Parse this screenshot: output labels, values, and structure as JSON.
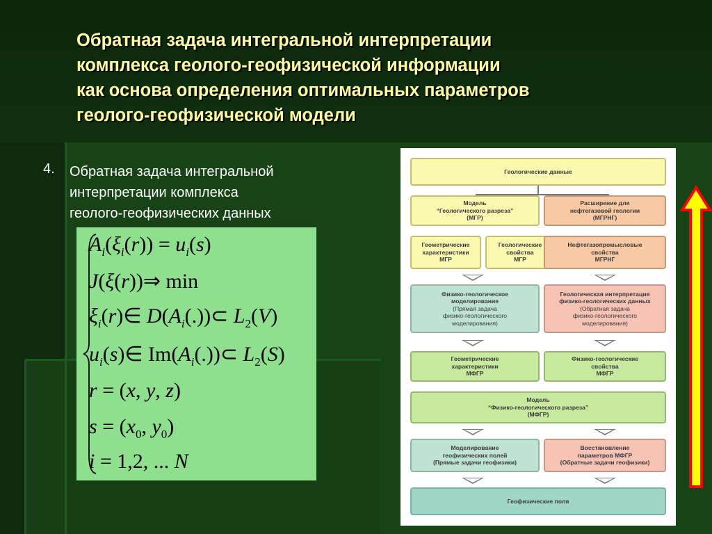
{
  "title": {
    "lines": [
      "Обратная задача интегральной интерпретации",
      "комплекса геолого-геофизической информации",
      "как основа определения оптимальных параметров",
      "геолого-геофизической модели"
    ]
  },
  "item": {
    "number": "4.",
    "lines": [
      "Обратная задача интегральной",
      "интерпретации комплекса",
      "геолого-геофизических данных"
    ]
  },
  "diagram": {
    "geo_data": "Геологические данные",
    "model_mgr": [
      "Модель",
      "“Геологического разреза”",
      "(МГР)"
    ],
    "ext_mgrng": [
      "Расширение для",
      "нефтегазовой геологии",
      "(МГРНГ)"
    ],
    "geom_char": [
      "Геометрические",
      "характеристики",
      "МГР"
    ],
    "geo_props": [
      "Геологические",
      "свойства",
      "МГР"
    ],
    "oil_props": [
      "Нефтегазопромысловые",
      "свойства",
      "МГРНГ"
    ],
    "phys_geo_model": [
      "Физико-геологическое",
      "моделирование",
      "(Прямая задача",
      "физико-геологического",
      "моделирования)"
    ],
    "geo_interp": [
      "Геологическая интерпретация",
      "физико-геологических данных",
      "(Обратная задача",
      "физико-геологического",
      "моделирования)"
    ],
    "geom_char_mfgr": [
      "Геометрические",
      "характеристики",
      "МФГР"
    ],
    "phys_props_mfgr": [
      "Физико-геологические",
      "свойства",
      "МФГР"
    ],
    "model_mfgr": [
      "Модель",
      "“Физико-геологического разреза”",
      "(МФГР)"
    ],
    "modeling_fields": [
      "Моделирование",
      "геофизических полей",
      "(Прямые задачи геофизики)"
    ],
    "restore_params": [
      "Восстановление",
      "параметров МФГР",
      "(Обратные задачи геофизики)"
    ],
    "geophys_fields": "Геофизические поля"
  },
  "colors": {
    "background": "#0d2a0d",
    "title": "#ffffa0",
    "equation_box": "#8ee08e",
    "arrow_fill": "#ffff00",
    "arrow_outline": "#ff0000"
  }
}
